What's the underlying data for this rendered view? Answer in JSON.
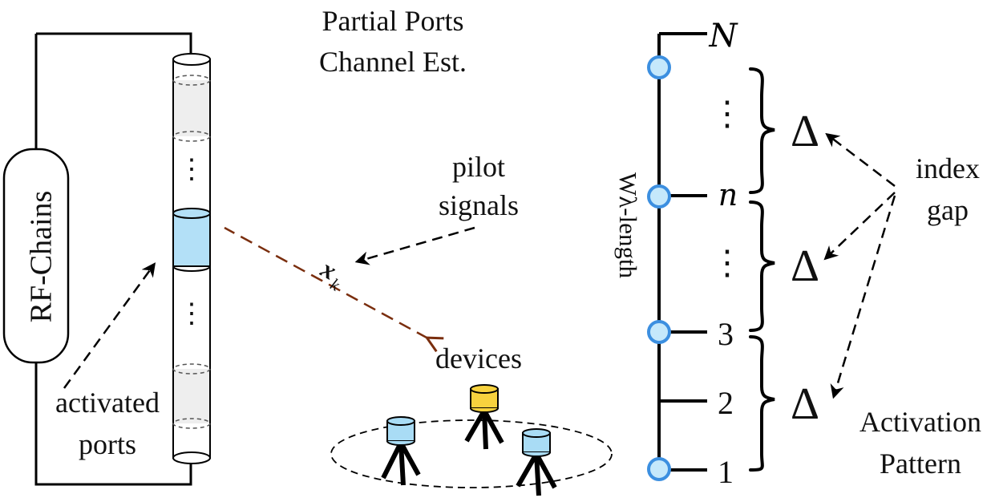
{
  "labels": {
    "partial_ports_line1": "Partial Ports",
    "partial_ports_line2": "Channel Est.",
    "rf_chains": "RF-Chains",
    "activated_line1": "activated",
    "activated_line2": "ports",
    "pilot_line1": "pilot",
    "pilot_line2": "signals",
    "pilot_symbol_base": "x",
    "pilot_symbol_sub": "k",
    "devices": "devices",
    "length_label": "Wλ-length",
    "index_line1": "index",
    "index_line2": "gap",
    "activation_line1": "Activation",
    "activation_line2": "Pattern",
    "ellipsis": "⋮",
    "delta": "Δ"
  },
  "port_indices": {
    "top": "N",
    "middle": "n",
    "third": "3",
    "second": "2",
    "first": "1"
  },
  "colors": {
    "stroke": "#000000",
    "activated_port": "#b3e0f7",
    "idle_port": "#eeeeee",
    "device_blue": "#a9dcf5",
    "device_yellow": "#f7d23e",
    "port_node_fill": "#c5e8fb",
    "port_node_stroke": "#3c8fe0",
    "pilot_arrow": "#7a2e0e"
  }
}
